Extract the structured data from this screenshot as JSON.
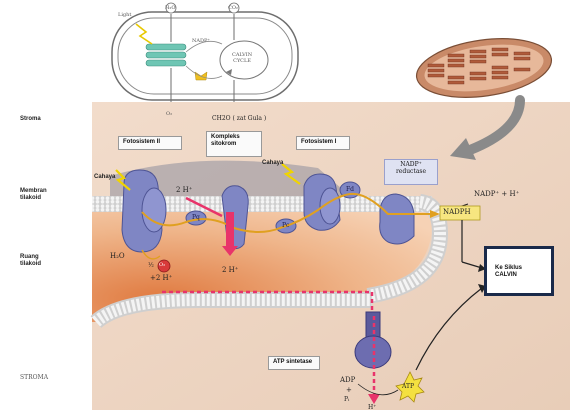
{
  "regions": {
    "stroma_top": "Stroma",
    "membrane": "Membran\ntilakoid",
    "lumen": "Ruang\ntilakoid",
    "stroma_bottom": "STROMA"
  },
  "inset": {
    "light": "Light",
    "h2o": "H₂O",
    "co2": "CO₂",
    "nadp": "NADP⁺",
    "calvin": "CALVIN\nCYCLE",
    "o2": "O₂",
    "product": "CH2O ( zat Gula )"
  },
  "complexes": {
    "ps2": "Fotosistem II",
    "cytochrome": "Kompleks\nsitokrom",
    "ps1": "Fotosistem I",
    "reductase": "NADP⁺\nreductase",
    "atp_synthase": "ATP sintetase"
  },
  "labels": {
    "light1": "Cahaya",
    "light2": "Cahaya",
    "two_h_top": "2 H⁺",
    "pq": "Pq",
    "pc": "Pc",
    "fd": "Fd",
    "nadp_plus_h": "NADP⁺ + H⁺",
    "nadph": "NADPH",
    "h2o": "H₂O",
    "o2": "O₂",
    "half": "½",
    "two_h_left": "+2 H⁺",
    "two_h_mid": "2 H⁺",
    "adp": "ADP",
    "plus": "+",
    "pi": "Pᵢ",
    "h_plus": "H⁺",
    "atp": "ATP",
    "calvin_box": "Ke Siklus\nCALVIN"
  },
  "colors": {
    "protein": "#7f86c4",
    "electron_path": "#e0a020",
    "proton_flow": "#e8346a",
    "membrane_head": "#e8e8e8",
    "calvin_border": "#1a2a4a"
  }
}
